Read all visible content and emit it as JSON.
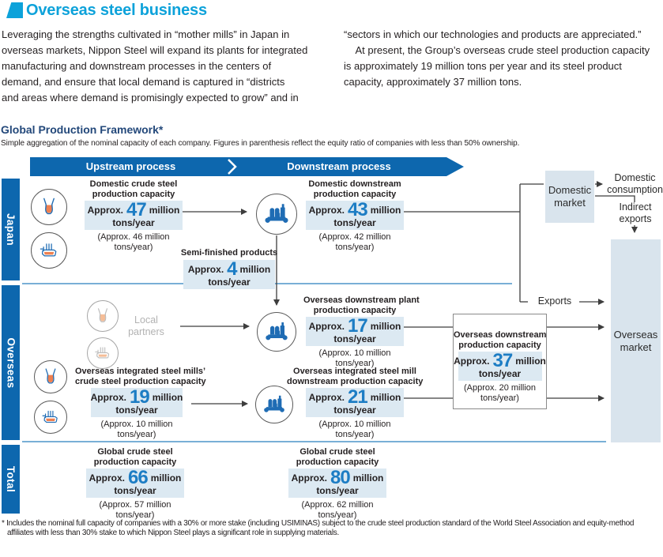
{
  "header": {
    "title": "Overseas steel business",
    "para_left": "Leveraging the strengths cultivated in “mother mills” in Japan in\noverseas markets, Nippon Steel will expand its plants for integrated\nmanufacturing and downstream processes in the centers of\ndemand, and ensure that local demand is captured in “districts\nand areas where demand is promisingly expected to grow” and in",
    "para_right": "“sectors in which our technologies and products are appreciated.”\n    At present, the Group’s overseas crude steel production capacity\nis approximately 19 million tons per year and its steel product\ncapacity, approximately 37 million tons."
  },
  "framework": {
    "title": "Global Production Framework*",
    "subtitle": "Simple aggregation of the nominal capacity of each company. Figures in parenthesis reflect the equity ratio of companies with less than 50% ownership.",
    "banner": {
      "upstream": "Upstream process",
      "downstream": "Downstream process"
    }
  },
  "rows": {
    "japan": "Japan",
    "overseas": "Overseas",
    "total": "Total"
  },
  "capacities": {
    "domestic_crude": {
      "title": "Domestic crude steel\nproduction capacity",
      "approx": "Approx.",
      "value": "47",
      "unit": "million",
      "unit2": "tons/year",
      "paren": "(Approx. 46 million\ntons/year)"
    },
    "domestic_downstream": {
      "title": "Domestic downstream\nproduction capacity",
      "approx": "Approx.",
      "value": "43",
      "unit": "million",
      "unit2": "tons/year",
      "paren": "(Approx. 42 million\ntons/year)"
    },
    "semi_finished": {
      "title": "Semi-finished products",
      "approx": "Approx.",
      "value": "4",
      "unit": "million",
      "unit2": "tons/year"
    },
    "overseas_plant": {
      "title": "Overseas downstream plant\nproduction capacity",
      "approx": "Approx.",
      "value": "17",
      "unit": "million",
      "unit2": "tons/year",
      "paren": "(Approx. 10 million\ntons/year)"
    },
    "overseas_mill_downstream": {
      "title": "Overseas integrated steel mill\ndownstream production capacity",
      "approx": "Approx.",
      "value": "21",
      "unit": "million",
      "unit2": "tons/year",
      "paren": "(Approx. 10 million\ntons/year)"
    },
    "overseas_crude": {
      "title": "Overseas integrated steel mills’\ncrude steel production capacity",
      "approx": "Approx.",
      "value": "19",
      "unit": "million",
      "unit2": "tons/year",
      "paren": "(Approx. 10 million\ntons/year)"
    },
    "overseas_downstream_total": {
      "title": "Overseas downstream\nproduction capacity",
      "approx": "Approx.",
      "value": "37",
      "unit": "million",
      "unit2": "tons/year",
      "paren": "(Approx. 20 million\ntons/year)"
    },
    "global_crude_left": {
      "title": "Global crude steel\nproduction capacity",
      "approx": "Approx.",
      "value": "66",
      "unit": "million",
      "unit2": "tons/year",
      "paren": "(Approx. 57 million\ntons/year)"
    },
    "global_crude_right": {
      "title": "Global crude steel\nproduction capacity",
      "approx": "Approx.",
      "value": "80",
      "unit": "million",
      "unit2": "tons/year",
      "paren": "(Approx. 62 million\ntons/year)"
    }
  },
  "flow": {
    "local_partners": "Local\npartners",
    "domestic_market": "Domestic\nmarket",
    "overseas_market": "Overseas\nmarket",
    "domestic_consumption": "Domestic\nconsumption",
    "indirect_exports": "Indirect\nexports",
    "exports": "Exports"
  },
  "footnote": "* Includes the nominal full capacity of companies with a 30% or more stake (including USIMINAS) subject to the crude steel production standard of the World Steel Association and equity-method\naffiliates with less than 30% stake to which Nippon Steel plays a significant role in supplying materials.",
  "icons": {
    "section_bullet": "cyan-triangle-bullet",
    "steel_converter": "converter-with-molten-steel",
    "torpedo_car": "torpedo-ladle-car",
    "rolling_mill": "rolling-mill-machine",
    "process_chevron": "white-chevron-divider",
    "flow_arrow": "dark-gray-arrow"
  },
  "colors": {
    "accent_cyan": "#0da2da",
    "primary_blue": "#0d67ae",
    "value_blue": "#1d7dc4",
    "value_box_bg": "#dce9f2",
    "market_box_bg": "#d9e4ed",
    "separator_blue": "#79afd6",
    "line_gray": "#3d3d3d"
  }
}
